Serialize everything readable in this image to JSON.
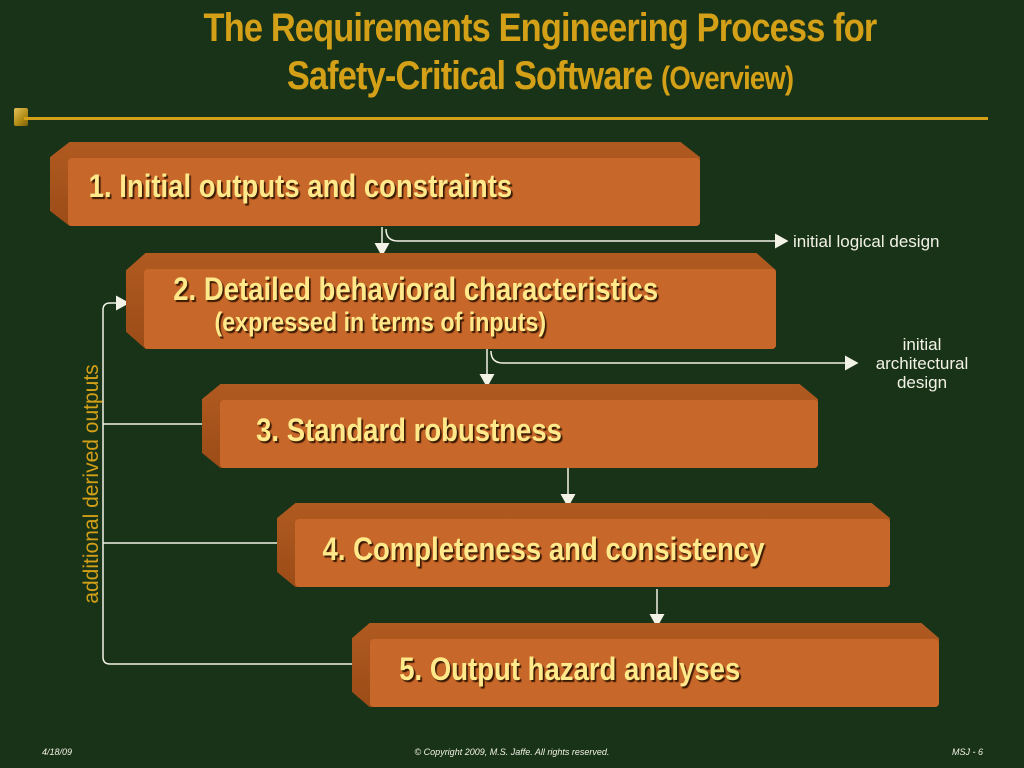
{
  "slide": {
    "title_line1": "The Requirements Engineering Process for",
    "title_line2": "Safety-Critical Software",
    "title_suffix": "(Overview)"
  },
  "steps": [
    {
      "line1": "1. Initial outputs and constraints",
      "line2": ""
    },
    {
      "line1": "2. Detailed behavioral characteristics",
      "line2": "(expressed in terms of inputs)"
    },
    {
      "line1": "3.  Standard robustness",
      "line2": ""
    },
    {
      "line1": "4.  Completeness and consistency",
      "line2": ""
    },
    {
      "line1": "5.  Output hazard analyses",
      "line2": ""
    }
  ],
  "side_outputs": {
    "logical": "initial logical design",
    "architectural_line1": "initial",
    "architectural_line2": "architectural",
    "architectural_line3": "design"
  },
  "feedback_label": "additional derived outputs",
  "footer": {
    "date": "4/18/09",
    "copyright": "© Copyright 2009, M.S. Jaffe.  All rights reserved.",
    "page": "MSJ - 6"
  },
  "colors": {
    "background": "#193318",
    "title": "#d4a017",
    "box": "#c8672a",
    "box_text": "#ffe98a"
  }
}
